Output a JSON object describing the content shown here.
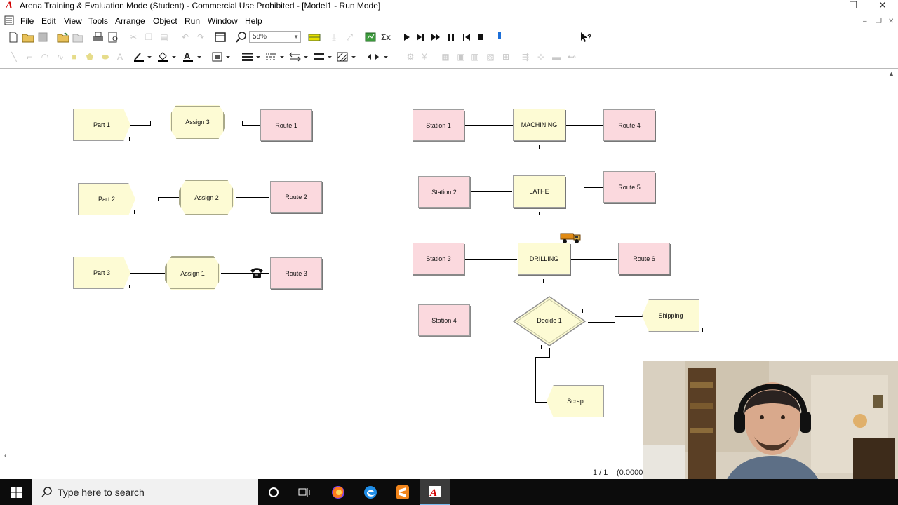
{
  "window": {
    "title": "Arena Training & Evaluation Mode (Student) - Commercial Use Prohibited - [Model1 - Run Mode]",
    "app_icon_letter": "A",
    "minimize": "—",
    "maximize": "☐",
    "close": "✕"
  },
  "menu": {
    "items": [
      "File",
      "Edit",
      "View",
      "Tools",
      "Arrange",
      "Object",
      "Run",
      "Window",
      "Help"
    ]
  },
  "toolbar": {
    "zoom_value": "58%"
  },
  "modules": {
    "part1": "Part 1",
    "part2": "Part 2",
    "part3": "Part 3",
    "assign3": "Assign 3",
    "assign2": "Assign 2",
    "assign1": "Assign 1",
    "route1": "Route 1",
    "route2": "Route 2",
    "route3": "Route 3",
    "route4": "Route 4",
    "route5": "Route 5",
    "route6": "Route 6",
    "station1": "Station 1",
    "station2": "Station 2",
    "station3": "Station 3",
    "station4": "Station 4",
    "machining": "MACHINING",
    "lathe": "LATHE",
    "drilling": "DRILLING",
    "decide1": "Decide 1",
    "shipping": "Shipping",
    "scrap": "Scrap"
  },
  "status": {
    "page": "1 / 1",
    "coords": "(0.0000"
  },
  "taskbar": {
    "search_placeholder": "Type here to search"
  },
  "colors": {
    "create_fill": "#fdfbd4",
    "route_fill": "#fbd9de",
    "taskbar": "#0c0c0c",
    "accent": "#76b9ed"
  }
}
